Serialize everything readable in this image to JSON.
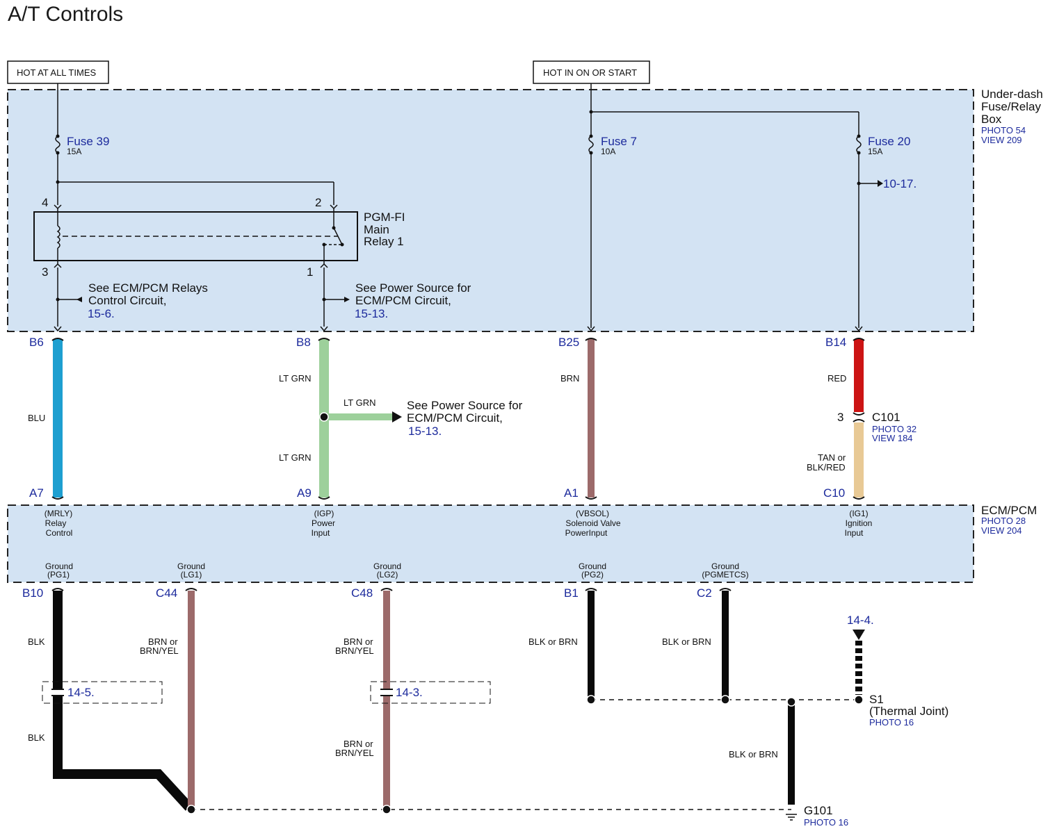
{
  "title": "A/T Controls",
  "hot_labels": {
    "hot_at_all_times": "HOT AT ALL TIMES",
    "hot_in_on_or_start": "HOT IN ON OR START"
  },
  "fuse_box": {
    "name_line1": "Under-dash",
    "name_line2": "Fuse/Relay",
    "name_line3": "Box",
    "photo": "PHOTO 54",
    "view": "VIEW 209"
  },
  "fuses": {
    "fuse39": {
      "label": "Fuse 39",
      "rating": "15A"
    },
    "fuse7": {
      "label": "Fuse 7",
      "rating": "10A"
    },
    "fuse20": {
      "label": "Fuse 20",
      "rating": "15A"
    }
  },
  "relay": {
    "line1": "PGM-FI",
    "line2": "Main",
    "line3": "Relay 1",
    "pin_4": "4",
    "pin_2": "2",
    "pin_3": "3",
    "pin_1": "1"
  },
  "references": {
    "relays_line1": "See ECM/PCM Relays",
    "relays_line2": "Control Circuit,",
    "relays_page": "15-6.",
    "power_line1": "See Power Source for",
    "power_line2": "ECM/PCM Circuit,",
    "power_page": "15-13.",
    "power2_line1": "See Power Source for",
    "power2_line2": "ECM/PCM Circuit,",
    "power2_page": "15-13.",
    "fuse20_page": "10-17.",
    "page_14_5": "14-5.",
    "page_14_3": "14-3.",
    "page_14_4": "14-4."
  },
  "pins": {
    "B6": "B6",
    "B8": "B8",
    "B25": "B25",
    "B14": "B14",
    "A7": "A7",
    "A9": "A9",
    "A1": "A1",
    "C10": "C10",
    "B10": "B10",
    "C44": "C44",
    "C48": "C48",
    "B1": "B1",
    "C2": "C2"
  },
  "wire_colors": {
    "blu": "BLU",
    "lt_grn_top": "LT GRN",
    "lt_grn_branch": "LT GRN",
    "lt_grn_bottom": "LT GRN",
    "brn": "BRN",
    "red": "RED",
    "tan_line1": "TAN or",
    "tan_line2": "BLK/RED",
    "blk_top": "BLK",
    "blk_bottom": "BLK",
    "brn_yel1_line1": "BRN or",
    "brn_yel1_line2": "BRN/YEL",
    "brn_yel2_line1": "BRN or",
    "brn_yel2_line2": "BRN/YEL",
    "brn_yel3_line1": "BRN or",
    "brn_yel3_line2": "BRN/YEL",
    "blk_or_brn1": "BLK or BRN",
    "blk_or_brn2": "BLK or BRN",
    "blk_or_brn3": "BLK or BRN"
  },
  "connector_c101": {
    "name": "C101",
    "pin": "3",
    "photo": "PHOTO 32",
    "view": "VIEW 184"
  },
  "ecm": {
    "name": "ECM/PCM",
    "photo": "PHOTO 28",
    "view": "VIEW 204",
    "terminals": {
      "mrly_code": "(MRLY)",
      "mrly_l1": "Relay",
      "mrly_l2": "Control",
      "igp_code": "(IGP)",
      "igp_l1": "Power",
      "igp_l2": "Input",
      "vbsol_code": "(VBSOL)",
      "vbsol_l1": "Solenoid Valve",
      "vbsol_l2": "PowerInput",
      "ig1_code": "(IG1)",
      "ig1_l1": "Ignition",
      "ig1_l2": "Input"
    },
    "grounds": {
      "ground_label": "Ground",
      "pg1": "(PG1)",
      "lg1": "(LG1)",
      "lg2": "(LG2)",
      "pg2": "(PG2)",
      "pgmetcs": "(PGMETCS)"
    }
  },
  "s1": {
    "name": "S1",
    "desc": "(Thermal Joint)",
    "photo": "PHOTO 16"
  },
  "g101": {
    "name": "G101",
    "photo": "PHOTO 16"
  },
  "colors": {
    "box_fill": "#d3e3f3",
    "blu": "#1e9fd0",
    "lt_grn": "#9dd09b",
    "brn": "#9c6a6a",
    "red": "#cc1414",
    "tan": "#e8c995",
    "blk": "#0a0a0a",
    "link_blue": "#1c2a9c"
  }
}
